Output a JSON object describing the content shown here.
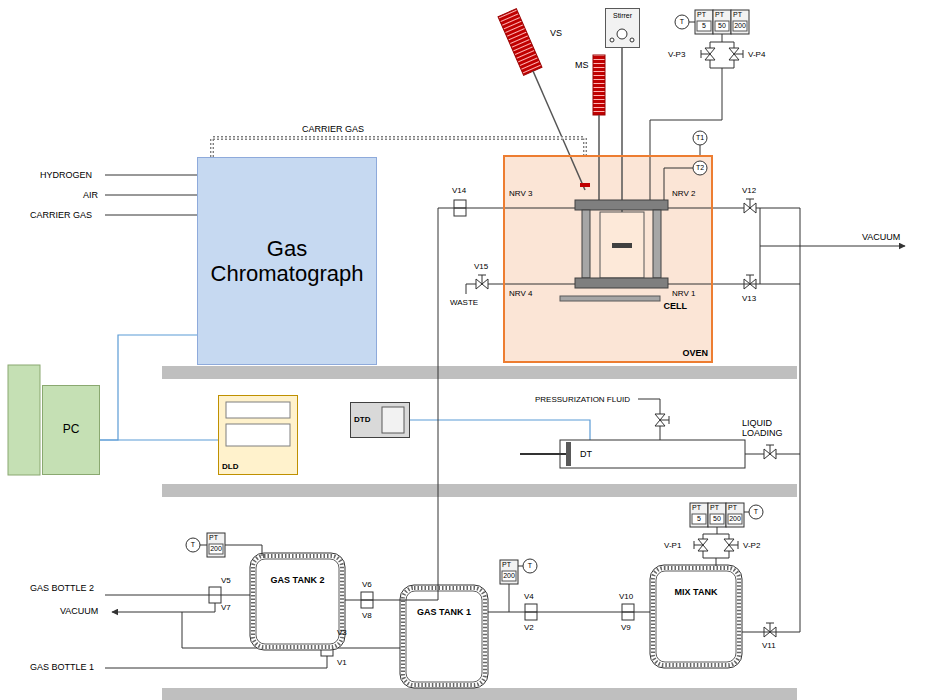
{
  "diagram": {
    "nodes": [
      {
        "text": [
          "Gas Chromatograph"
        ]
      },
      {
        "text": [
          "PC"
        ]
      },
      {
        "text": [
          "OVEN"
        ]
      },
      {
        "text": [
          "CELL"
        ],
        "in": 2
      },
      {
        "text": [
          "Stirrer"
        ]
      },
      {
        "text": [
          "DLD"
        ]
      },
      {
        "text": [
          "DTD"
        ]
      },
      {
        "text": [
          "GAS TANK 2"
        ]
      },
      {
        "text": [
          "GAS TANK 1"
        ]
      },
      {
        "text": [
          "MIX TANK"
        ]
      }
    ],
    "edges": [
      {
        "from": 1,
        "to": 0,
        "arrow": "none"
      },
      {
        "from": 1,
        "to": 5,
        "arrow": "none"
      },
      {
        "from": 0,
        "to": 2,
        "label": "CARRIER GAS",
        "arrow": "none"
      },
      {
        "from": 8,
        "to": 9,
        "arrow": "none"
      },
      {
        "from": 7,
        "to": 2,
        "arrow": "none"
      },
      {
        "from": 9,
        "to": 2,
        "arrow": "none"
      }
    ],
    "labels": [
      "HYDROGEN",
      "AIR",
      "CARRIER GAS",
      "VS",
      "MS",
      "V14",
      "NRV 3",
      "NRV 2",
      "NRV 4",
      "NRV 1",
      "V15",
      "WASTE",
      "V12",
      "V13",
      "VACUUM",
      "T1",
      "T2",
      "T",
      "PT",
      "PT",
      "PT",
      "5",
      "50",
      "200",
      "V-P3",
      "V-P4",
      "PRESSURIZATION FLUID",
      "LIQUID LOADING",
      "DT",
      "GAS BOTTLE 2",
      "VACUUM",
      "GAS BOTTLE 1",
      "V5",
      "V7",
      "T",
      "PT",
      "200",
      "V6",
      "V8",
      "V3",
      "V1",
      "T",
      "PT",
      "200",
      "V4",
      "V2",
      "V10",
      "V9",
      "V11",
      "T",
      "PT",
      "PT",
      "PT",
      "5",
      "50",
      "200",
      "V-P1",
      "V-P2"
    ]
  }
}
